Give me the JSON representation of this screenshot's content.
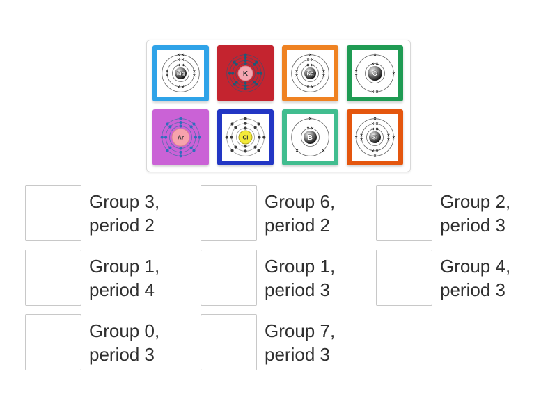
{
  "board": {
    "tiles": [
      {
        "symbol": "Mg",
        "electron_config": "2,8,2",
        "frame_style": "border",
        "frame_color": "#2fa3e8",
        "marker": "x",
        "marker_color": "#1a1a1a",
        "shell_color": "#666666",
        "nucleus": {
          "style": "sphere",
          "r": 8.5
        },
        "shells": [
          [
            {
              "a": 0,
              "n": 2
            }
          ],
          [
            {
              "a": 0,
              "n": 2
            },
            {
              "a": 90,
              "n": 2
            },
            {
              "a": 180,
              "n": 2
            },
            {
              "a": 270,
              "n": 2
            }
          ],
          [
            {
              "a": 0,
              "n": 2
            }
          ]
        ]
      },
      {
        "symbol": "K",
        "electron_config": "2,8,8,1",
        "frame_style": "fill",
        "frame_color": "#c4242f",
        "marker": "dot",
        "marker_color": "#1d5a78",
        "shell_color": "#5c4460",
        "nucleus": {
          "style": "flat",
          "fill": "#f5a6b1",
          "stroke": "#d2868f",
          "r": 10.5
        },
        "shells": [
          [
            {
              "a": 0
            },
            {
              "a": 180
            }
          ],
          [
            {
              "a": 0
            },
            {
              "a": 45
            },
            {
              "a": 90
            },
            {
              "a": 135
            },
            {
              "a": 180
            },
            {
              "a": 225
            },
            {
              "a": 270
            },
            {
              "a": 315
            }
          ],
          [
            {
              "a": 0
            },
            {
              "a": 45
            },
            {
              "a": 90
            },
            {
              "a": 135
            },
            {
              "a": 180
            },
            {
              "a": 225
            },
            {
              "a": 270
            },
            {
              "a": 315
            }
          ],
          [
            {
              "a": 0
            }
          ]
        ]
      },
      {
        "symbol": "Na",
        "electron_config": "2,8,1",
        "frame_style": "border",
        "frame_color": "#ef8222",
        "marker": "x",
        "marker_color": "#1a1a1a",
        "shell_color": "#666666",
        "nucleus": {
          "style": "sphere",
          "r": 8.5
        },
        "shells": [
          [
            {
              "a": 0,
              "n": 2
            }
          ],
          [
            {
              "a": 0,
              "n": 2
            },
            {
              "a": 90,
              "n": 2
            },
            {
              "a": 180,
              "n": 2
            },
            {
              "a": 270,
              "n": 2
            }
          ],
          [
            {
              "a": 0,
              "n": 1
            }
          ]
        ]
      },
      {
        "symbol": "O",
        "electron_config": "2,6",
        "frame_style": "border",
        "frame_color": "#1f9b53",
        "marker": "x",
        "marker_color": "#1a1a1a",
        "shell_color": "#666666",
        "nucleus": {
          "style": "sphere",
          "r": 10.5
        },
        "shells": [
          [
            {
              "a": 0,
              "n": 2
            }
          ],
          [
            {
              "a": 0,
              "n": 1
            },
            {
              "a": 90,
              "n": 1
            },
            {
              "a": 180,
              "n": 2
            },
            {
              "a": 270,
              "n": 2
            }
          ]
        ]
      },
      {
        "symbol": "Ar",
        "electron_config": "2,8,8",
        "frame_style": "fill",
        "frame_color": "#ca62d6",
        "marker": "dot",
        "marker_color": "#2f6dbd",
        "shell_color": "#5a6ab0",
        "nucleus": {
          "style": "flat",
          "fill": "#f7a3ad",
          "stroke": "#d8858f",
          "r": 12.5
        },
        "shells": [
          [
            {
              "a": 0
            },
            {
              "a": 180
            }
          ],
          [
            {
              "a": 0
            },
            {
              "a": 45
            },
            {
              "a": 90
            },
            {
              "a": 135
            },
            {
              "a": 180
            },
            {
              "a": 225
            },
            {
              "a": 270
            },
            {
              "a": 315
            }
          ],
          [
            {
              "a": 0
            },
            {
              "a": 45
            },
            {
              "a": 90
            },
            {
              "a": 135
            },
            {
              "a": 180
            },
            {
              "a": 225
            },
            {
              "a": 270
            },
            {
              "a": 315
            }
          ]
        ]
      },
      {
        "symbol": "Cl",
        "electron_config": "2,8,7",
        "frame_style": "border",
        "frame_color": "#2236c4",
        "marker": "dot",
        "marker_color": "#3d3d3d",
        "shell_color": "#9a9a9a",
        "nucleus": {
          "style": "flat",
          "fill": "#f3ea39",
          "stroke": "#b3a51f",
          "r": 9.5
        },
        "shells": [
          [
            {
              "a": 0
            },
            {
              "a": 180
            }
          ],
          [
            {
              "a": 0
            },
            {
              "a": 45
            },
            {
              "a": 90
            },
            {
              "a": 135
            },
            {
              "a": 180
            },
            {
              "a": 225
            },
            {
              "a": 270
            },
            {
              "a": 315
            }
          ],
          [
            {
              "a": 0
            },
            {
              "a": 45
            },
            {
              "a": 90
            },
            {
              "a": 135
            },
            {
              "a": 225
            },
            {
              "a": 270
            },
            {
              "a": 315
            }
          ]
        ]
      },
      {
        "symbol": "B",
        "electron_config": "2,3",
        "frame_style": "border",
        "frame_color": "#41bd8f",
        "marker": "x",
        "marker_color": "#1a1a1a",
        "shell_color": "#666666",
        "nucleus": {
          "style": "sphere",
          "r": 9.5
        },
        "shells": [
          [
            {
              "a": 0,
              "n": 2
            }
          ],
          [
            {
              "a": 0,
              "n": 1
            },
            {
              "a": 135,
              "n": 1
            },
            {
              "a": 225,
              "n": 1
            }
          ]
        ]
      },
      {
        "symbol": "Si",
        "electron_config": "2,8,4",
        "frame_style": "border",
        "frame_color": "#e4560e",
        "marker": "x",
        "marker_color": "#1a1a1a",
        "shell_color": "#666666",
        "nucleus": {
          "style": "sphere",
          "r": 8.5
        },
        "shells": [
          [
            {
              "a": 0,
              "n": 2
            }
          ],
          [
            {
              "a": 0,
              "n": 2
            },
            {
              "a": 90,
              "n": 2
            },
            {
              "a": 180,
              "n": 2
            },
            {
              "a": 270,
              "n": 2
            }
          ],
          [
            {
              "a": 0,
              "n": 1
            },
            {
              "a": 90,
              "n": 1
            },
            {
              "a": 180,
              "n": 1
            },
            {
              "a": 270,
              "n": 1
            }
          ]
        ]
      }
    ]
  },
  "matches": {
    "items": [
      {
        "line1": "Group 3,",
        "line2": "period 2"
      },
      {
        "line1": "Group 6,",
        "line2": "period 2"
      },
      {
        "line1": "Group 2,",
        "line2": "period 3"
      },
      {
        "line1": "Group 1,",
        "line2": "period 4"
      },
      {
        "line1": "Group 1,",
        "line2": "period 3"
      },
      {
        "line1": "Group 4,",
        "line2": "period 3"
      },
      {
        "line1": "Group 0,",
        "line2": "period 3"
      },
      {
        "line1": "Group 7,",
        "line2": "period 3"
      }
    ]
  },
  "colors": {
    "page_background": "#ffffff",
    "panel_border": "#d8d8d8",
    "dropzone_border": "#c8c8c8",
    "label_text": "#303030"
  }
}
